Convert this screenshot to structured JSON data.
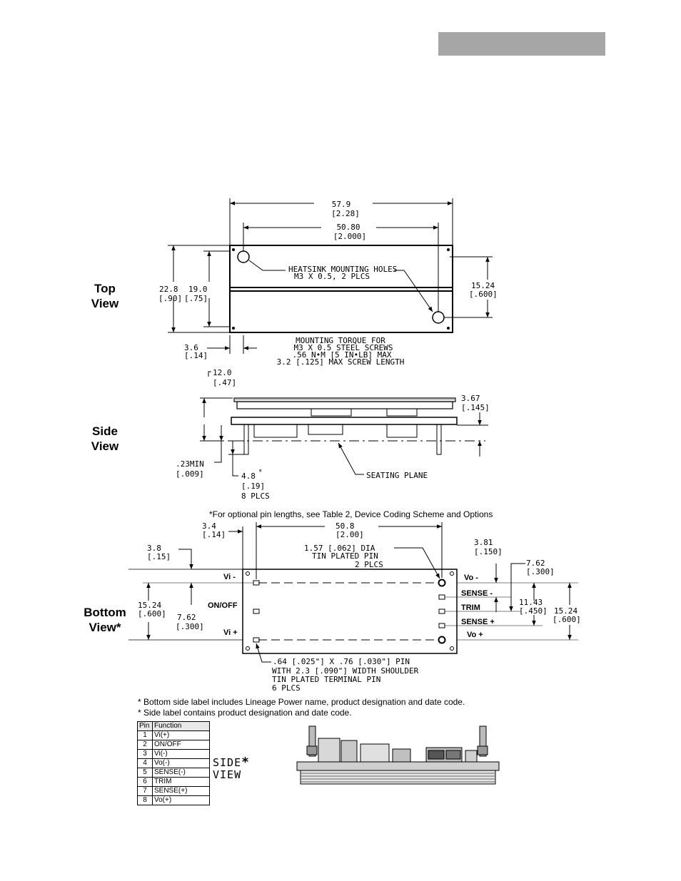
{
  "views": {
    "top": [
      "Top",
      "View"
    ],
    "side": [
      "Side",
      "View"
    ],
    "bottom": [
      "Bottom",
      "View*"
    ]
  },
  "top_view": {
    "dim_overall_len": "57.9",
    "dim_overall_len_in": "[2.28]",
    "dim_hole_spacing": "50.80",
    "dim_hole_spacing_in": "[2.000]",
    "dim_overall_h": "22.8",
    "dim_overall_h_in": "[.90]",
    "dim_inner_h": "19.0",
    "dim_inner_h_in": "[.75]",
    "dim_hole_v": "15.24",
    "dim_hole_v_in": "[.600]",
    "dim_edge": "3.6",
    "dim_edge_in": "[.14]",
    "note_holes": [
      "HEATSINK MOUNTING HOLES",
      "M3 X 0.5, 2 PLCS"
    ],
    "note_torque": [
      "MOUNTING TORQUE FOR",
      "M3 X 0.5 STEEL SCREWS",
      ".56 N•M [5 IN•LB] MAX",
      "3.2 [.125] MAX SCREW LENGTH"
    ]
  },
  "side_view": {
    "dim_height": "12.0",
    "dim_height_in": "[.47]",
    "dim_pcb": "3.67",
    "dim_pcb_in": "[.145]",
    "dim_standoff": ".23MIN",
    "dim_standoff_in": "[.009]",
    "dim_pin": "4.8",
    "dim_pin_star": "*",
    "dim_pin_in": "[.19]",
    "dim_pin_qty": "8 PLCS",
    "seating_plane": "SEATING PLANE",
    "footnote": "*For optional pin lengths, see Table 2, Device Coding Scheme and Options"
  },
  "bottom_view": {
    "dim_edge": "3.4",
    "dim_edge_in": "[.14]",
    "dim_pin_span": "50.8",
    "dim_pin_span_in": "[2.00]",
    "dim_top_edge": "3.8",
    "dim_top_edge_in": "[.15]",
    "note_dia": [
      "1.57 [.062] DIA",
      "TIN PLATED PIN",
      "2 PLCS"
    ],
    "dim_right_a": "3.81",
    "dim_right_a_in": "[.150]",
    "dim_right_b": "7.62",
    "dim_right_b_in": "[.300]",
    "dim_right_c": "11.43",
    "dim_right_c_in": "[.450]",
    "dim_right_d": "15.24",
    "dim_right_d_in": "[.600]",
    "dim_left_a": "15.24",
    "dim_left_a_in": "[.600]",
    "dim_left_b": "7.62",
    "dim_left_b_in": "[.300]",
    "labels_left": [
      "Vi -",
      "ON/OFF",
      "Vi +"
    ],
    "labels_right": [
      "Vo -",
      "SENSE -",
      "TRIM",
      "SENSE +",
      "Vo +"
    ],
    "note_pin": [
      ".64 [.025\"] X .76 [.030\"] PIN",
      "WITH 2.3 [.090\"] WIDTH SHOULDER",
      "TIN PLATED TERMINAL PIN",
      "6 PLCS"
    ]
  },
  "notes": [
    "* Bottom side label includes Lineage Power name, product designation and date code.",
    "* Side label contains product designation and date code."
  ],
  "pin_table": {
    "headers": [
      "Pin",
      "Function"
    ],
    "rows": [
      [
        "1",
        "Vi(+)"
      ],
      [
        "2",
        "ON/OFF"
      ],
      [
        "3",
        "Vi(-)"
      ],
      [
        "4",
        "Vo(-)"
      ],
      [
        "5",
        "SENSE(-)"
      ],
      [
        "6",
        "TRIM"
      ],
      [
        "7",
        "SENSE(+)"
      ],
      [
        "8",
        "Vo(+)"
      ]
    ]
  },
  "side_label_view": [
    "SIDE",
    "VIEW"
  ],
  "side_label_star": "*"
}
